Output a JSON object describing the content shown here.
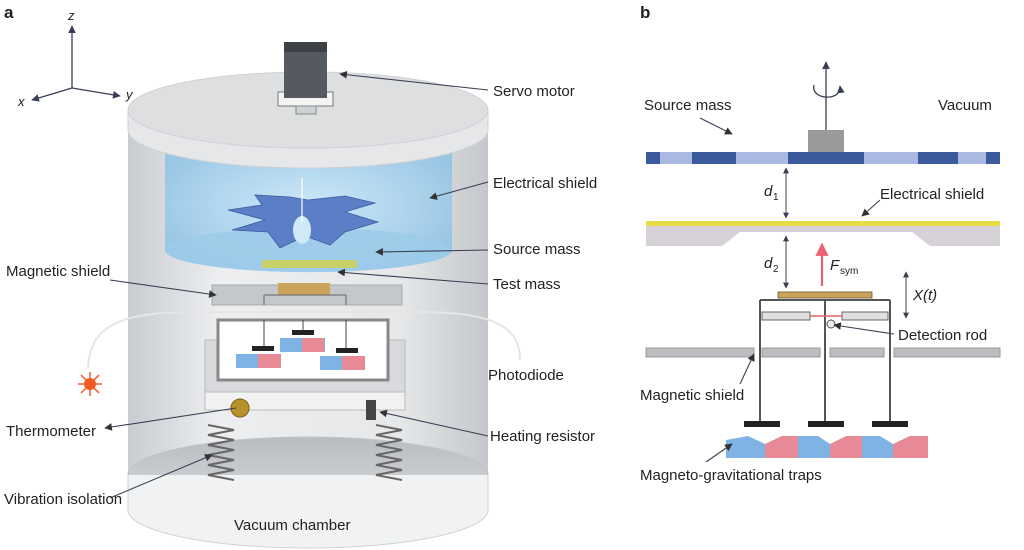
{
  "panel_a": {
    "letter": "a",
    "axes": {
      "z": "z",
      "x": "x",
      "y": "y"
    },
    "labels": {
      "servo_motor": "Servo motor",
      "electrical_shield": "Electrical shield",
      "source_mass": "Source mass",
      "magnetic_shield": "Magnetic shield",
      "test_mass": "Test mass",
      "photodiode": "Photodiode",
      "thermometer": "Thermometer",
      "heating_resistor": "Heating resistor",
      "vibration_isolation": "Vibration isolation",
      "vacuum_chamber": "Vacuum chamber"
    }
  },
  "panel_b": {
    "letter": "b",
    "labels": {
      "source_mass": "Source mass",
      "vacuum": "Vacuum",
      "electrical_shield": "Electrical shield",
      "detection_rod": "Detection rod",
      "magnetic_shield": "Magnetic shield",
      "traps": "Magneto-gravitational traps"
    },
    "symbols": {
      "d1_main": "d",
      "d1_sub": "1",
      "d2_main": "d",
      "d2_sub": "2",
      "f_main": "F",
      "f_sub": "sym",
      "xt": "X(t)"
    }
  },
  "colors": {
    "shield_blue": "#a9d4ee",
    "source_dark": "#3b5a9c",
    "source_light": "#a9b9e2",
    "magnet_red": "#e88a96",
    "magnet_blue": "#7eb3e3",
    "gold": "#c9a45a",
    "force_arrow": "#e8626f",
    "electrical_yellow": "#e7dc45"
  }
}
